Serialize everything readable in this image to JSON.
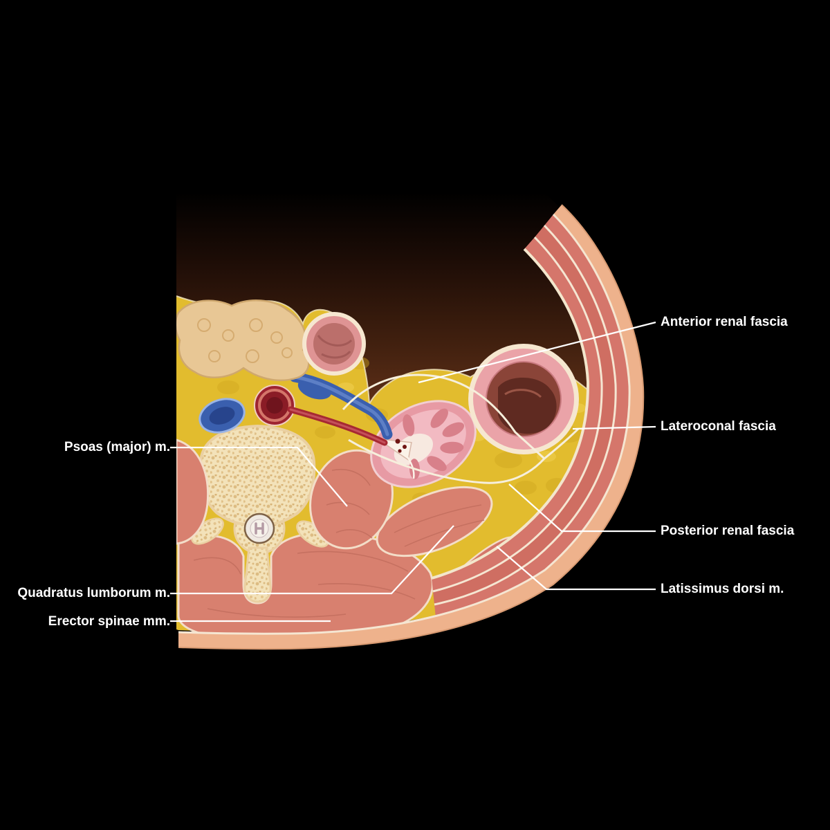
{
  "figure_type": "axial-abdominal-cross-section",
  "background": "#000000",
  "label_text_color": "#ffffff",
  "labels": {
    "left": [
      {
        "id": "psoas-major",
        "text": "Psoas (major) m."
      },
      {
        "id": "quadratus-lumborum",
        "text": "Quadratus lumborum m."
      },
      {
        "id": "erector-spinae",
        "text": "Erector spinae mm."
      }
    ],
    "right": [
      {
        "id": "anterior-renal-fascia",
        "text": "Anterior renal fascia"
      },
      {
        "id": "lateroconal-fascia",
        "text": "Lateroconal fascia"
      },
      {
        "id": "posterior-renal-fascia",
        "text": "Posterior renal fascia"
      },
      {
        "id": "latissimus-dorsi",
        "text": "Latissimus dorsi m."
      }
    ]
  },
  "palette": {
    "fat": "#e2bc2e",
    "muscle": "#d8806f",
    "bone": "#f3e1b8",
    "skin": "#eeb28c",
    "artery": "#9e2430",
    "vein": "#3a5fae",
    "fascia": "#f6efdc",
    "cavity_brown": "#5a2c16",
    "leader_line": "#ffffff"
  }
}
